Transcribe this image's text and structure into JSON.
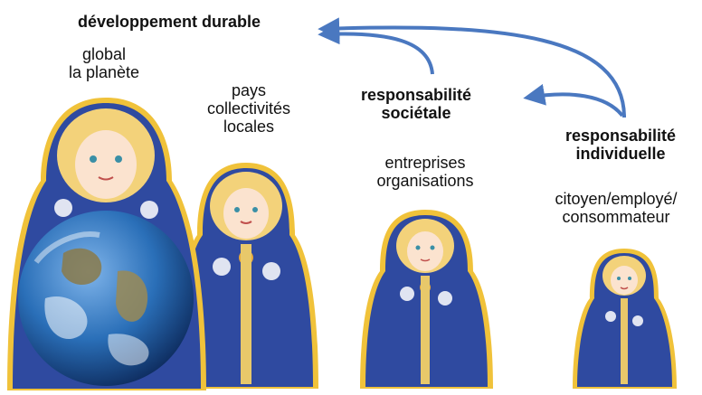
{
  "title": "développement durable",
  "levels": [
    {
      "lines": [
        "global",
        "la planète"
      ]
    },
    {
      "lines": [
        "pays",
        "collectivités",
        "locales"
      ]
    },
    {
      "lines": [
        "entreprises",
        "organisations"
      ],
      "responsibility": [
        "responsabilité",
        "sociétale"
      ]
    },
    {
      "lines": [
        "citoyen/employé/",
        "consommateur"
      ],
      "responsibility": [
        "responsabilité",
        "individuelle"
      ]
    }
  ],
  "colors": {
    "arrow": "#4a78c0",
    "doll_body": "#2f4aa0",
    "doll_rim": "#f0c23a",
    "hair": "#f3d27a",
    "face": "#fbe3cf",
    "globe_ocean": "#2a6fb8"
  }
}
